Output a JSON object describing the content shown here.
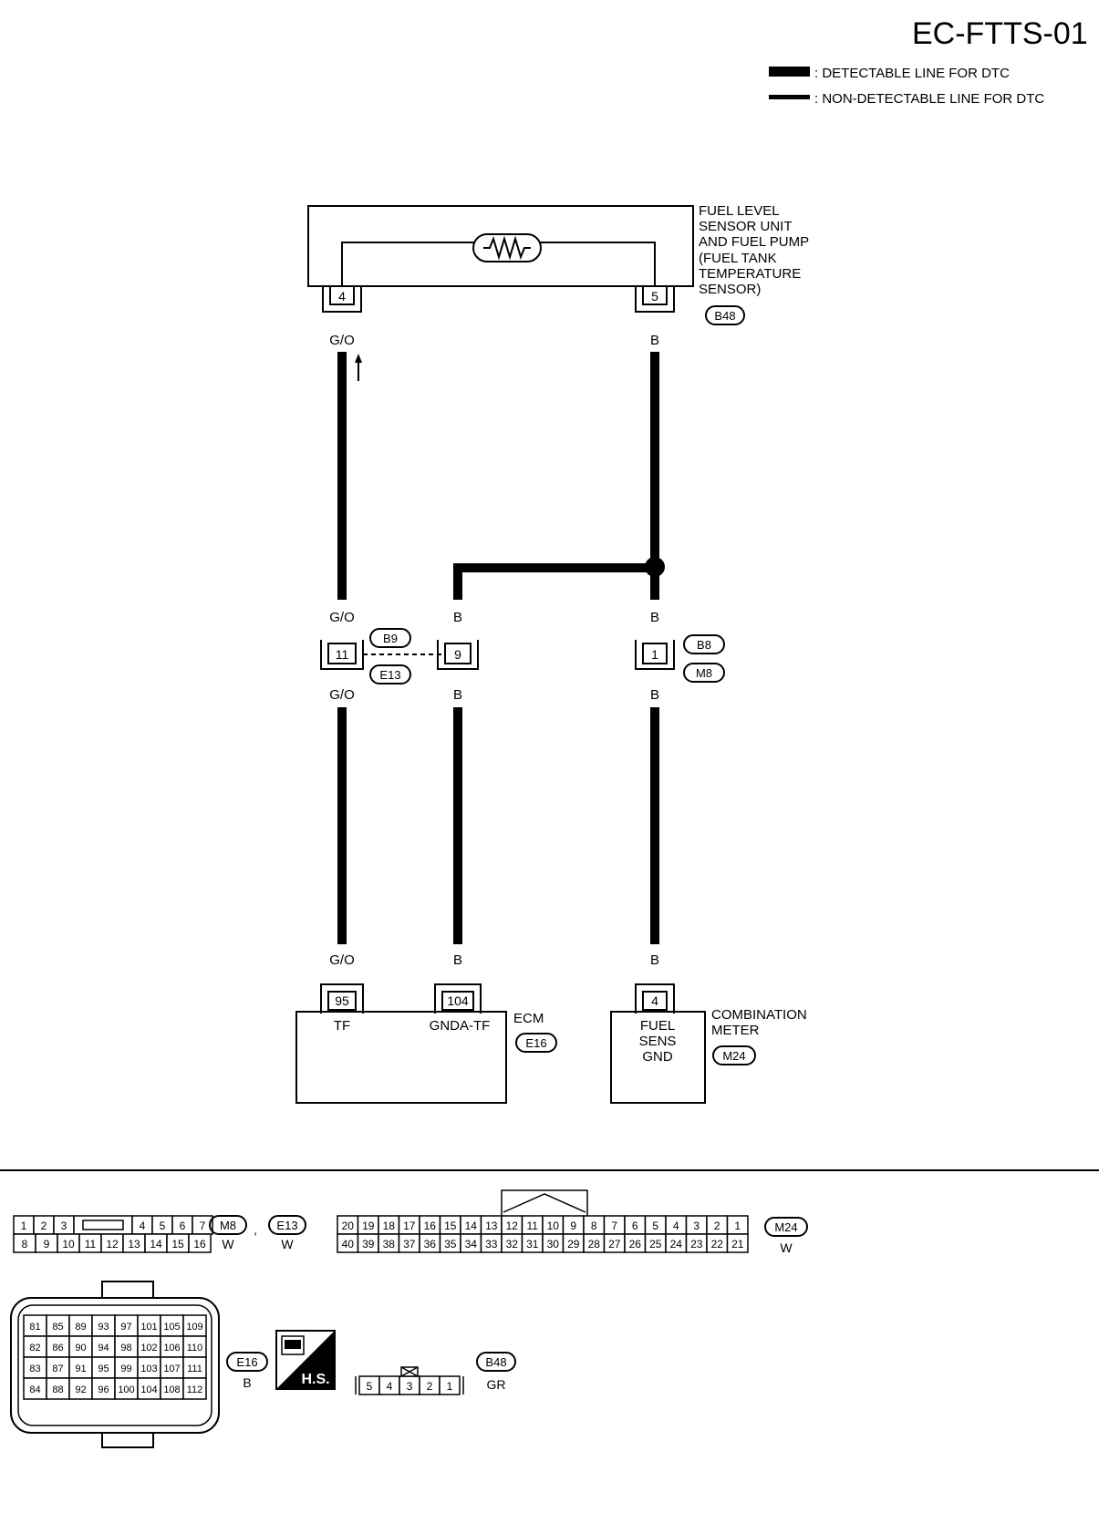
{
  "title": "EC-FTTS-01",
  "legend": {
    "detectable": ": DETECTABLE LINE FOR DTC",
    "non_detectable": ": NON-DETECTABLE LINE FOR DTC"
  },
  "sensor": {
    "name_lines": [
      "FUEL LEVEL",
      "SENSOR UNIT",
      "AND FUEL PUMP",
      "(FUEL TANK",
      "TEMPERATURE",
      "SENSOR)"
    ],
    "connector": "B48",
    "pin_left": "4",
    "pin_right": "5"
  },
  "wires": {
    "g_o": "G/O",
    "b": "B"
  },
  "junction_connectors": {
    "left_top": "B9",
    "left_bottom": "E13",
    "right_top": "B8",
    "right_bottom": "M8",
    "pin_go": "11",
    "pin_b": "9",
    "pin_b_right": "1"
  },
  "ecm": {
    "name": "ECM",
    "connector": "E16",
    "pin_tf": "95",
    "pin_gnd": "104",
    "label_tf": "TF",
    "label_gnd": "GNDA-TF"
  },
  "meter": {
    "name_lines": [
      "COMBINATION",
      "METER"
    ],
    "connector": "M24",
    "pin": "4",
    "label_lines": [
      "FUEL",
      "SENS",
      "GND"
    ]
  },
  "connector_views": {
    "m8_e13": {
      "row1": [
        "1",
        "2",
        "3",
        "",
        "4",
        "5",
        "6",
        "7"
      ],
      "row2": [
        "8",
        "9",
        "10",
        "11",
        "12",
        "13",
        "14",
        "15",
        "16"
      ],
      "tag_a": "M8",
      "tag_b": "E13",
      "color_a": "W",
      "color_b": "W",
      "separator": ","
    },
    "m24": {
      "row1": [
        "20",
        "19",
        "18",
        "17",
        "16",
        "15",
        "14",
        "13",
        "12",
        "11",
        "10",
        "9",
        "8",
        "7",
        "6",
        "5",
        "4",
        "3",
        "2",
        "1"
      ],
      "row2": [
        "40",
        "39",
        "38",
        "37",
        "36",
        "35",
        "34",
        "33",
        "32",
        "31",
        "30",
        "29",
        "28",
        "27",
        "26",
        "25",
        "24",
        "23",
        "22",
        "21"
      ],
      "tag": "M24",
      "color": "W"
    },
    "e16": {
      "rows": [
        [
          "81",
          "85",
          "89",
          "93",
          "97",
          "101",
          "105",
          "109"
        ],
        [
          "82",
          "86",
          "90",
          "94",
          "98",
          "102",
          "106",
          "110"
        ],
        [
          "83",
          "87",
          "91",
          "95",
          "99",
          "103",
          "107",
          "111"
        ],
        [
          "84",
          "88",
          "92",
          "96",
          "100",
          "104",
          "108",
          "112"
        ]
      ],
      "tag": "E16",
      "color": "B",
      "hs_label": "H.S."
    },
    "b48": {
      "pins": [
        "5",
        "4",
        "3",
        "2",
        "1"
      ],
      "tag": "B48",
      "color": "GR"
    }
  }
}
